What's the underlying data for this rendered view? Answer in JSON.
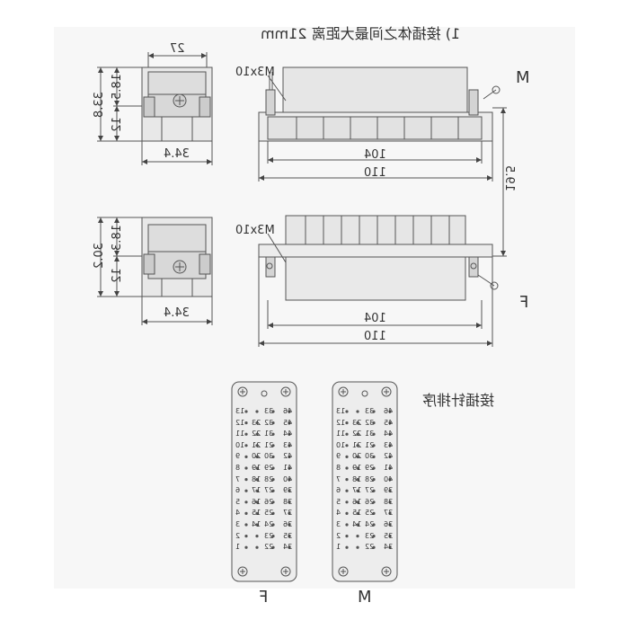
{
  "header": {
    "note": "1) 接插体之间最大距离 21mm"
  },
  "top_view": {
    "side_dims": {
      "width": "27",
      "height_total": "33.8",
      "upper": "18.5",
      "lower": "12"
    },
    "base_width": "34.4",
    "screw_label": "M3x10",
    "dims_inner": "104",
    "dims_outer": "110",
    "gap_dim": "19.5",
    "letter": "M"
  },
  "bottom_view": {
    "side_dims": {
      "height_total": "30.2",
      "upper": "18.3",
      "lower": "12"
    },
    "base_width": "34.4",
    "screw_label": "M3x10",
    "dims_inner": "104",
    "dims_outer": "110",
    "letter": "F"
  },
  "pin_section": {
    "title": "接插针排序",
    "female_label": "F",
    "male_label": "M",
    "rows": [
      [
        "46",
        "33",
        "13"
      ],
      [
        "45",
        "32",
        "12"
      ],
      [
        "44",
        "31",
        "11"
      ],
      [
        "43",
        "21",
        "10"
      ],
      [
        "42",
        "30",
        "9"
      ],
      [
        "41",
        "29",
        "8"
      ],
      [
        "40",
        "28",
        "7"
      ],
      [
        "39",
        "27",
        "6"
      ],
      [
        "38",
        "26",
        "5"
      ],
      [
        "37",
        "25",
        "4"
      ],
      [
        "36",
        "24",
        "3"
      ],
      [
        "35",
        "23",
        "2"
      ],
      [
        "34",
        "22",
        "1"
      ]
    ],
    "inner_col": [
      "23",
      "22",
      "21",
      "20",
      "19",
      "18",
      "17",
      "16",
      "15",
      "14"
    ]
  }
}
